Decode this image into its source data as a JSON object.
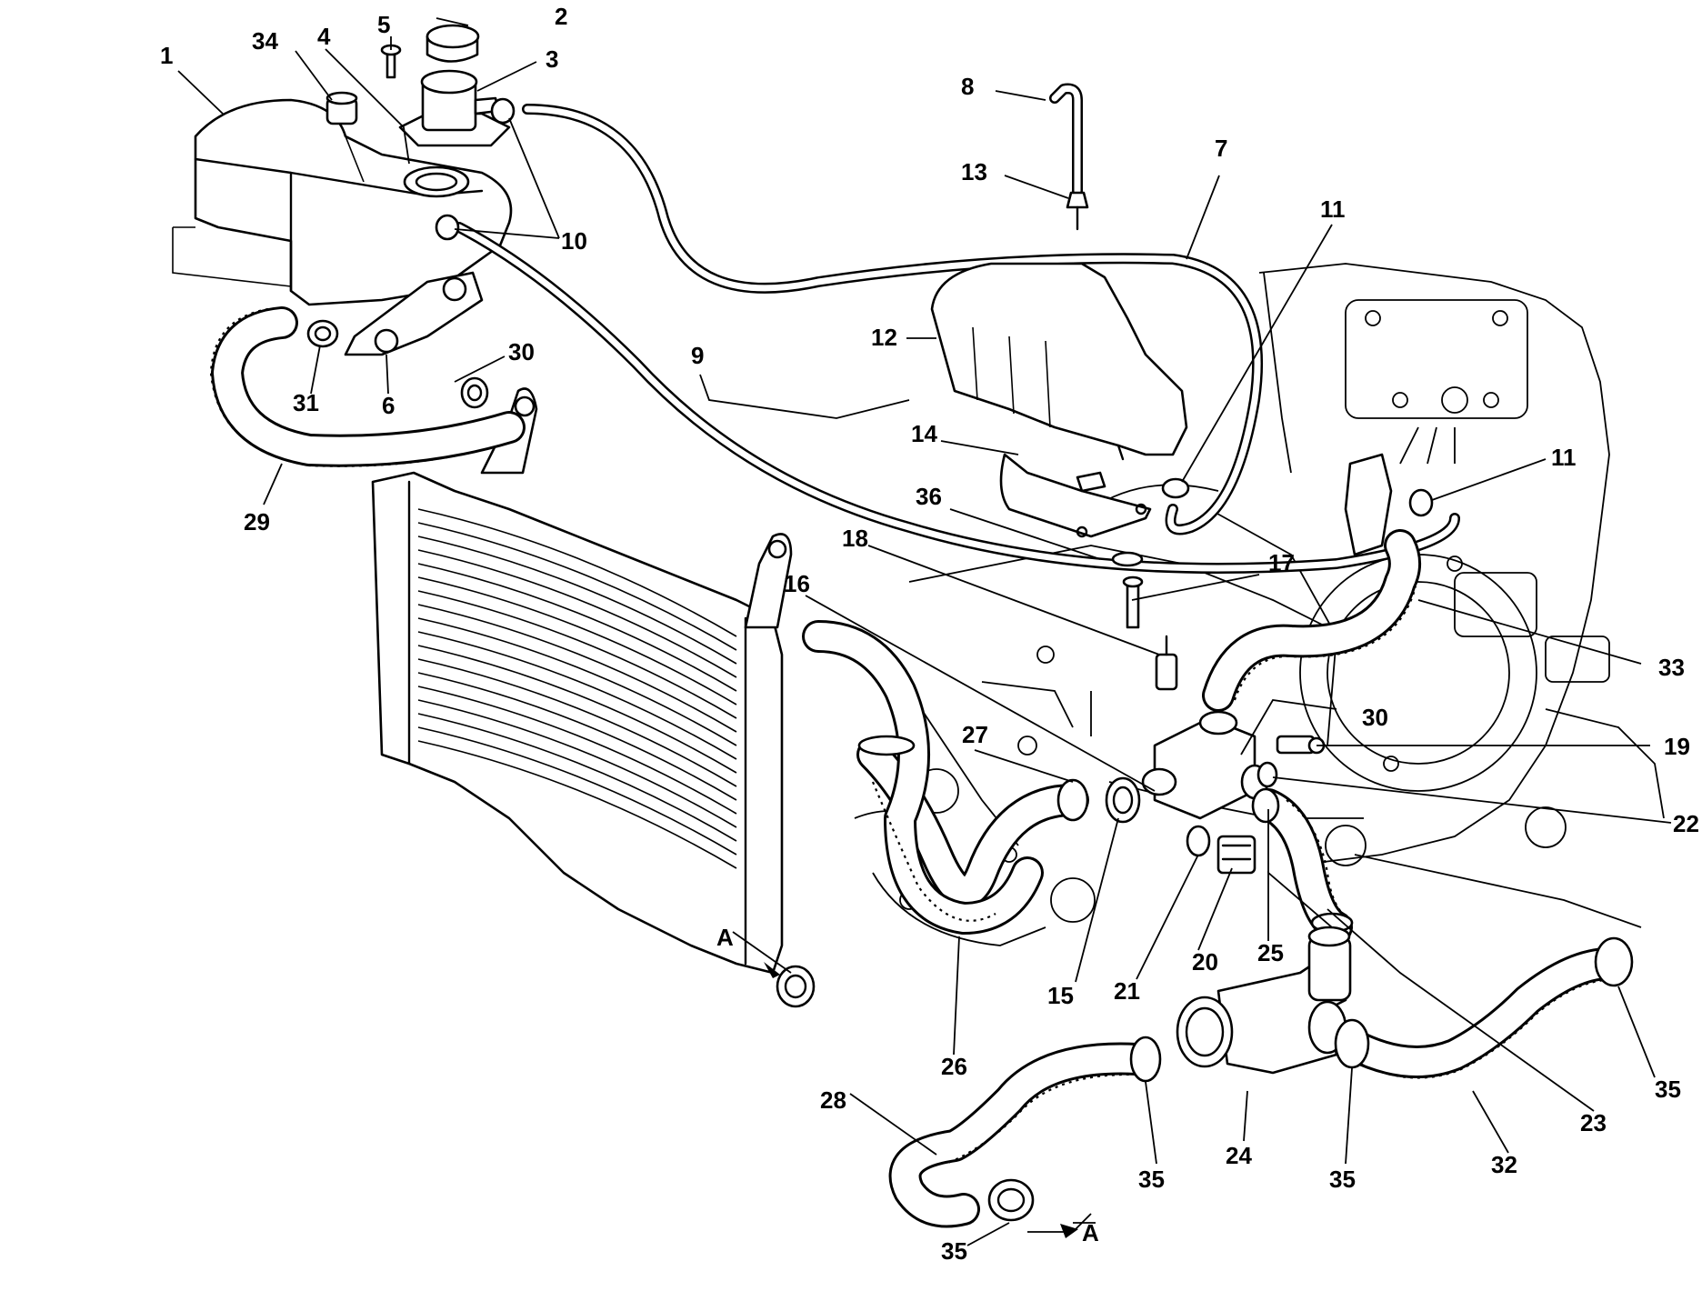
{
  "callouts": [
    {
      "text": "1"
    },
    {
      "text": "2"
    },
    {
      "text": "3"
    },
    {
      "text": "4"
    },
    {
      "text": "5"
    },
    {
      "text": "34"
    },
    {
      "text": "8"
    },
    {
      "text": "13"
    },
    {
      "text": "7"
    },
    {
      "text": "10"
    },
    {
      "text": "11"
    },
    {
      "text": "11"
    },
    {
      "text": "12"
    },
    {
      "text": "9"
    },
    {
      "text": "14"
    },
    {
      "text": "36"
    },
    {
      "text": "18"
    },
    {
      "text": "17"
    },
    {
      "text": "16"
    },
    {
      "text": "30"
    },
    {
      "text": "30"
    },
    {
      "text": "31"
    },
    {
      "text": "6"
    },
    {
      "text": "29"
    },
    {
      "text": "33"
    },
    {
      "text": "19"
    },
    {
      "text": "22"
    },
    {
      "text": "27"
    },
    {
      "text": "15"
    },
    {
      "text": "21"
    },
    {
      "text": "20"
    },
    {
      "text": "25"
    },
    {
      "text": "23"
    },
    {
      "text": "26"
    },
    {
      "text": "A"
    },
    {
      "text": "A"
    },
    {
      "text": "28"
    },
    {
      "text": "35"
    },
    {
      "text": "35"
    },
    {
      "text": "35"
    },
    {
      "text": "35"
    },
    {
      "text": "24"
    },
    {
      "text": "32"
    }
  ]
}
